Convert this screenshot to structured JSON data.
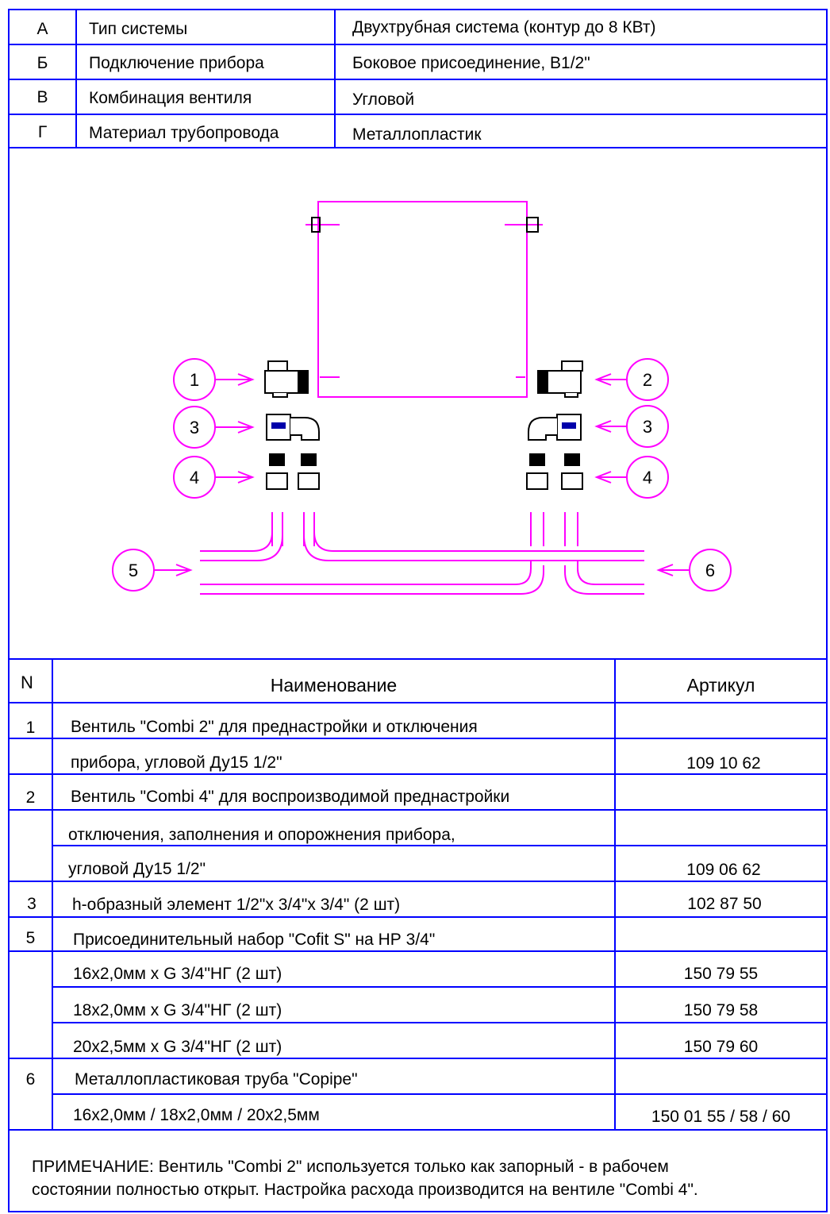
{
  "spec": {
    "rows": [
      {
        "key": "А",
        "label": "Тип системы",
        "value": "Двухтрубная система (контур до 8 КВт)"
      },
      {
        "key": "Б",
        "label": "Подключение прибора",
        "value": "Боковое присоединение, B1/2\""
      },
      {
        "key": "В",
        "label": "Комбинация вентиля",
        "value": "Угловой"
      },
      {
        "key": "Г",
        "label": "Материал трубопровода",
        "value": "Металлопластик"
      }
    ]
  },
  "diagram": {
    "callouts": [
      "1",
      "2",
      "3",
      "3",
      "4",
      "4",
      "5",
      "6"
    ]
  },
  "parts": {
    "headers": {
      "n": "N",
      "name": "Наименование",
      "article": "Артикул"
    },
    "rows": [
      {
        "n": "1",
        "name": "Вентиль \"Combi 2\" для преднастройки и отключения",
        "article": ""
      },
      {
        "n": "",
        "name": "прибора, угловой  Ду15  1/2\"",
        "article": "109 10 62"
      },
      {
        "n": "2",
        "name": "Вентиль \"Combi 4\" для воспроизводимой преднастройки",
        "article": ""
      },
      {
        "n": "",
        "name": "отключения, заполнения и опорожнения прибора,",
        "article": ""
      },
      {
        "n": "",
        "name": "угловой  Ду15  1/2\"",
        "article": "109 06 62"
      },
      {
        "n": "3",
        "name": "h-образный элемент 1/2\"x 3/4\"x 3/4\" (2 шт)",
        "article": "102 87 50"
      },
      {
        "n": "5",
        "name": "Присоединительный набор \"Cofit S\" на НР 3/4\"",
        "article": ""
      },
      {
        "n": "",
        "name": "16x2,0мм x G 3/4\"НГ (2 шт)",
        "article": "150 79 55"
      },
      {
        "n": "",
        "name": "18x2,0мм x G 3/4\"НГ (2 шт)",
        "article": "150 79 58"
      },
      {
        "n": "",
        "name": "20x2,5мм x G 3/4\"НГ (2 шт)",
        "article": "150 79 60"
      },
      {
        "n": "6",
        "name": "Металлопластиковая труба \"Copipe\"",
        "article": ""
      },
      {
        "n": "",
        "name": "16x2,0мм / 18x2,0мм / 20x2,5мм",
        "article": "150 01 55 / 58 / 60"
      }
    ]
  },
  "note": {
    "line1": "ПРИМЕЧАНИЕ:  Вентиль \"Combi 2\" используется только как запорный - в рабочем",
    "line2": "состоянии полностью открыт. Настройка расхода производится на вентиле \"Combi 4\"."
  },
  "colors": {
    "frame": "#0000ff",
    "drawing": "#ff00ff",
    "ink": "#000000",
    "accent": "#0000aa"
  }
}
